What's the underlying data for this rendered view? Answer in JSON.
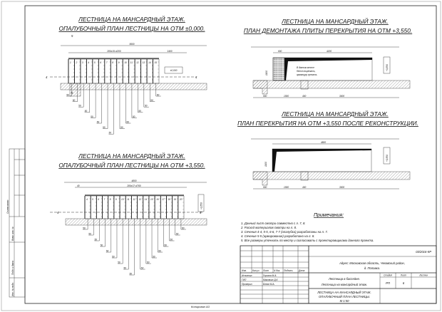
{
  "drawings": {
    "plan1": {
      "title1": "ЛЕСТНИЦА НА МАНСАРДНЫЙ ЭТАЖ.",
      "title2": "ОПАЛУБОЧНЫЙ ПЛАН ЛЕСТНИЦЫ НА ОТМ ±0,000.",
      "dim_total": "5600",
      "dim_steps": "280х15=4200",
      "dim_right": "1400",
      "level": "±0,000",
      "section_left": "4",
      "section_right": "4",
      "section_top": "5",
      "section_bottom": "5",
      "step_numbers": [
        "1",
        "2",
        "3",
        "4",
        "5",
        "6",
        "7",
        "8",
        "9",
        "10",
        "11",
        "12",
        "13",
        "14",
        "15"
      ],
      "step_dim": "50"
    },
    "plan2": {
      "title1": "ЛЕСТНИЦА НА МАНСАРДНЫЙ ЭТАЖ.",
      "title2": "ОПАЛУБОЧНЫЙ ПЛАН ЛЕСТНИЦЫ НА ОТМ +3,550.",
      "dim_total": "4800",
      "dim_steps": "280х17=4760",
      "dim_left": "40",
      "level": "+3,550",
      "section_left": "4",
      "section_right": "4",
      "step_numbers": [
        "4",
        "5",
        "6",
        "7",
        "8",
        "9",
        "10",
        "11",
        "12",
        "13",
        "14",
        "15",
        "16",
        "17",
        "18",
        "19",
        "20"
      ],
      "step_dim": "50"
    },
    "plan3": {
      "title1": "ЛЕСТНИЦА НА МАНСАРДНЫЙ ЭТАЖ.",
      "title2": "ПЛАН ДЕМОНТАЖА ПЛИТЫ ПЕРЕКРЫТИЯ НА ОТМ +3,550.",
      "dims_top": [
        "600",
        "4200"
      ],
      "dims_bottom": [
        "900",
        "1550",
        "400",
        "3000"
      ],
      "dim_height": "1100",
      "level": "+3,550",
      "note_lines": [
        "В данном месте",
        "бетон вырезать,",
        "арматуру срезать."
      ]
    },
    "plan4": {
      "title1": "ЛЕСТНИЦА НА МАНСАРДНЫЙ ЭТАЖ.",
      "title2": "ПЛАН ПЕРЕКРЫТИЯ НА ОТМ +3,550 ПОСЛЕ РЕКОНСТРУКЦИИ.",
      "dims_top": [
        "4800"
      ],
      "dims_bottom": [
        "900",
        "1550",
        "400",
        "3000"
      ],
      "dim_height": "1100",
      "level": "+3,550"
    }
  },
  "notes": {
    "title": "Примечания:",
    "items": [
      "1. Данный лист смотри совместно с л. 7, 8.",
      "2. Расход материалов смотри на л. 8.",
      "3. Сечения 4-4, 5-5, 6-6, 7-7 (опалубка) разработаны на л. 7.",
      "4. Сечение 5-5 (армирование) разработано на л. 8.",
      "5. Все размеры уточнить по месту и согласовать с проектировщиками данного проекта."
    ]
  },
  "title_block": {
    "code": "03/2016-КР",
    "address": [
      "Адрес: Московская область, Чеховский район,",
      "д. Поповка."
    ],
    "header_cols": [
      "Изм.",
      "Кол.уч",
      "Лист",
      "N док.",
      "Подпись",
      "Дата"
    ],
    "staff": [
      {
        "role": "Исполнил",
        "name": "Горохов М.А."
      },
      {
        "role": "ГИП",
        "name": "Маковкин Д.К."
      },
      {
        "role": "Проверил",
        "name": "Белов М.А."
      }
    ],
    "object": [
      "Лестница в бассейне.",
      "Лестница на мансардный этаж."
    ],
    "sheet_title": [
      "ЛЕСТНИЦА НА МАНСАРДНЫЙ ЭТАЖ.",
      "ОПАЛУБОЧНЫЙ ПЛАН ЛЕСТНИЦЫ.",
      "М 1:50"
    ],
    "stage_label": "Стадия",
    "sheet_label": "Лист",
    "sheets_label": "Листов",
    "stage": "РП",
    "sheet": "6",
    "sheets": ""
  },
  "side_stamp": {
    "agreed": "Согласовано",
    "replace_inv": "Взам. инв. №",
    "sign_date": "Подп. и дата",
    "inv_orig": "Инв. № подл."
  },
  "footer": {
    "copied": "Копировал А3"
  }
}
